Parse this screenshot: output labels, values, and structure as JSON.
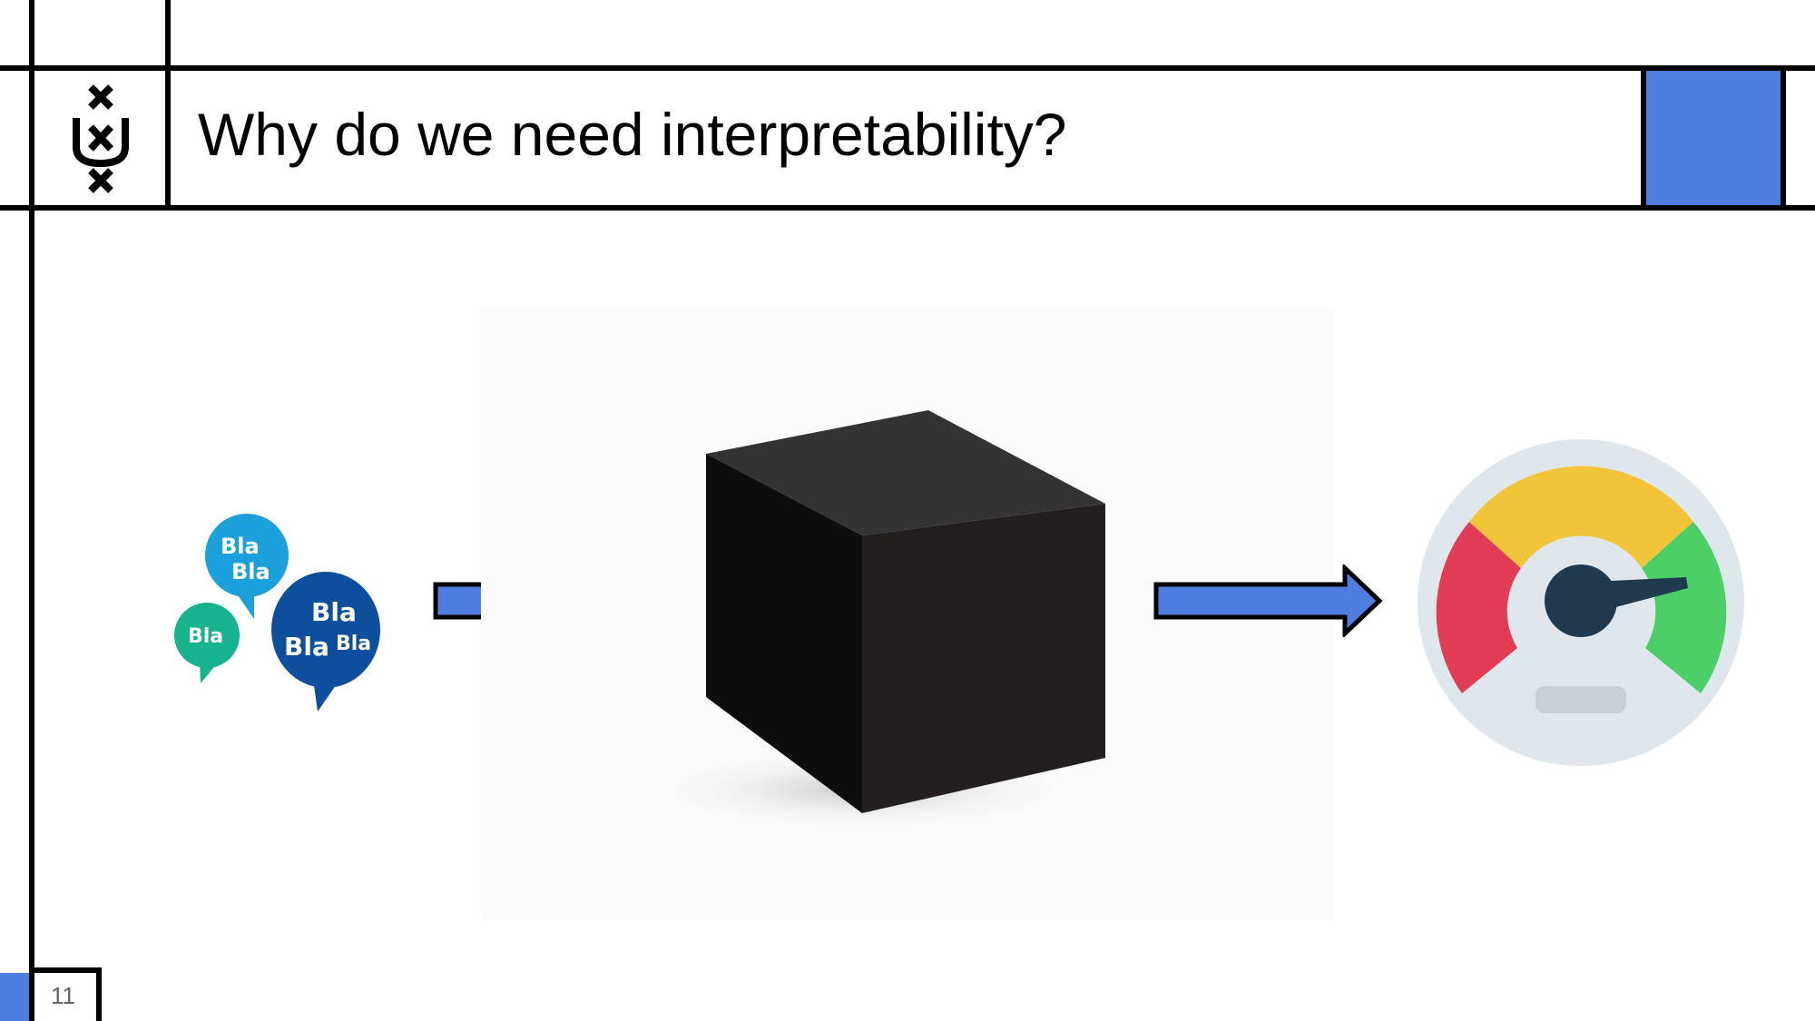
{
  "slide": {
    "title": "Why do we need interpretability?",
    "page_number": "11"
  },
  "illustration": {
    "bubbles": [
      {
        "name": "light-blue-bubble",
        "lines": [
          "Bla",
          "Bla"
        ],
        "color": "#1ca0dc"
      },
      {
        "name": "teal-bubble",
        "lines": [
          "Bla"
        ],
        "color": "#17b38f"
      },
      {
        "name": "dark-blue-bubble",
        "lines": [
          "Bla",
          "Bla",
          "Bla"
        ],
        "color": "#0d4f9c"
      }
    ],
    "arrow_color": "#4f7ee0",
    "cube_color": "#1a1a1a",
    "gauge_colors": {
      "bg": "#dfe7ec",
      "red": "#e13b56",
      "yellow": "#f2c43a",
      "green": "#4ccf67",
      "hub": "#1f3a4f"
    }
  },
  "colors": {
    "accent": "#4f7ee0",
    "frame": "#000000"
  }
}
